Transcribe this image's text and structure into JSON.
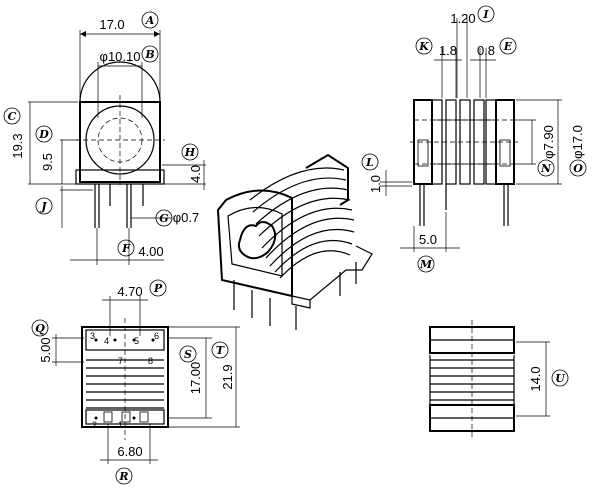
{
  "dimensions": {
    "A": "17.0",
    "B": "φ10.10",
    "C": "19.3",
    "D": "9.5",
    "E": "0.8",
    "F": "4.00",
    "G": "φ0.7",
    "H": "4.0",
    "I": "1.20",
    "J": "",
    "K": "1.8",
    "L": "1.0",
    "M": "5.0",
    "N": "φ7.90",
    "O": "φ17.0",
    "P": "4.70",
    "Q": "5.00",
    "R": "6.80",
    "S": "17.00",
    "T": "21.9",
    "U": "14.0"
  },
  "callouts": [
    "A",
    "B",
    "C",
    "D",
    "E",
    "F",
    "G",
    "H",
    "I",
    "J",
    "K",
    "L",
    "M",
    "N",
    "O",
    "P",
    "Q",
    "R",
    "S",
    "T",
    "U"
  ],
  "pin_numbers": [
    "1",
    "2",
    "3",
    "4",
    "5",
    "6",
    "7",
    "8"
  ]
}
